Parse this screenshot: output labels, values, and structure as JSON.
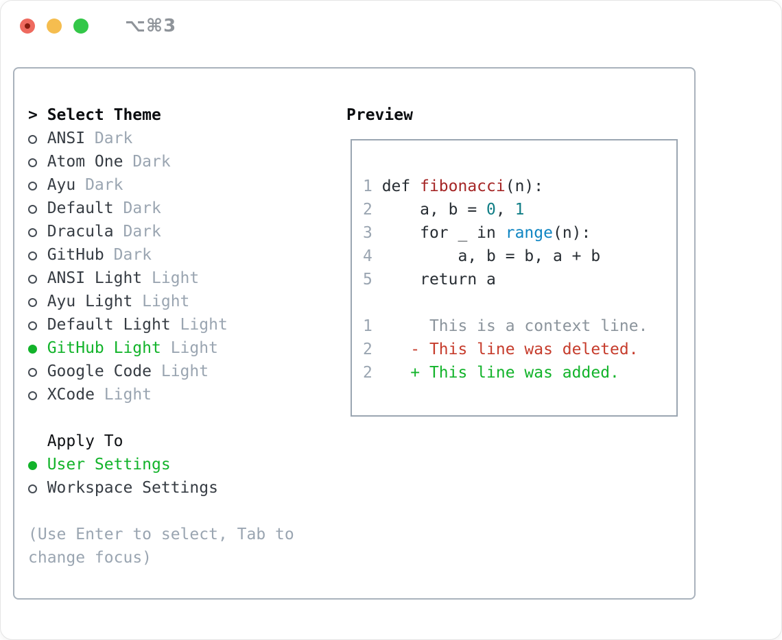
{
  "window": {
    "title": "⌥⌘3"
  },
  "titlebar": {
    "buttons": [
      "close",
      "minimize",
      "zoom"
    ]
  },
  "left": {
    "header": {
      "marker": ">",
      "label": "Select Theme"
    },
    "themes": [
      {
        "name": "ANSI",
        "variant": "Dark",
        "selected": false
      },
      {
        "name": "Atom One",
        "variant": "Dark",
        "selected": false
      },
      {
        "name": "Ayu",
        "variant": "Dark",
        "selected": false
      },
      {
        "name": "Default",
        "variant": "Dark",
        "selected": false
      },
      {
        "name": "Dracula",
        "variant": "Dark",
        "selected": false
      },
      {
        "name": "GitHub",
        "variant": "Dark",
        "selected": false
      },
      {
        "name": "ANSI Light",
        "variant": "Light",
        "selected": false
      },
      {
        "name": "Ayu Light",
        "variant": "Light",
        "selected": false
      },
      {
        "name": "Default Light",
        "variant": "Light",
        "selected": false
      },
      {
        "name": "GitHub Light",
        "variant": "Light",
        "selected": true
      },
      {
        "name": "Google Code",
        "variant": "Light",
        "selected": false
      },
      {
        "name": "XCode",
        "variant": "Light",
        "selected": false
      }
    ],
    "apply_to": {
      "label": "Apply To",
      "options": [
        {
          "name": "User Settings",
          "selected": true
        },
        {
          "name": "Workspace Settings",
          "selected": false
        }
      ]
    },
    "hint_lines": [
      "(Use Enter to select, Tab to",
      "change focus)"
    ]
  },
  "preview": {
    "label": "Preview",
    "lines": [
      {
        "tokens": [
          {
            "t": "1 ",
            "c": "ln"
          },
          {
            "t": "def ",
            "c": "code"
          },
          {
            "t": "fibonacci",
            "c": "fn"
          },
          {
            "t": "(n):",
            "c": "code"
          }
        ]
      },
      {
        "tokens": [
          {
            "t": "2 ",
            "c": "ln"
          },
          {
            "t": "    a, b = ",
            "c": "code"
          },
          {
            "t": "0",
            "c": "num"
          },
          {
            "t": ", ",
            "c": "code"
          },
          {
            "t": "1",
            "c": "num"
          }
        ]
      },
      {
        "tokens": [
          {
            "t": "3 ",
            "c": "ln"
          },
          {
            "t": "    for _ in ",
            "c": "code"
          },
          {
            "t": "range",
            "c": "bi"
          },
          {
            "t": "(n):",
            "c": "code"
          }
        ]
      },
      {
        "tokens": [
          {
            "t": "4 ",
            "c": "ln"
          },
          {
            "t": "        a, b = b, a + b",
            "c": "code"
          }
        ]
      },
      {
        "tokens": [
          {
            "t": "5 ",
            "c": "ln"
          },
          {
            "t": "    return a",
            "c": "code"
          }
        ]
      },
      {
        "tokens": [
          {
            "t": "",
            "c": "code"
          }
        ]
      },
      {
        "tokens": [
          {
            "t": "1 ",
            "c": "ln"
          },
          {
            "t": "     This is a context line.",
            "c": "ctx"
          }
        ]
      },
      {
        "tokens": [
          {
            "t": "2 ",
            "c": "ln"
          },
          {
            "t": "   - This line was deleted.",
            "c": "del"
          }
        ]
      },
      {
        "tokens": [
          {
            "t": "2 ",
            "c": "ln"
          },
          {
            "t": "   + This line was added.",
            "c": "add"
          }
        ]
      }
    ]
  },
  "colors": {
    "selected_green": "#12b32a",
    "deleted_red": "#c63c2c",
    "function_red": "#a52626",
    "number_teal": "#0f7d85",
    "builtin_blue": "#0f85c2",
    "muted_gray": "#9aa5b1",
    "context_gray": "#8b949c",
    "text_dark": "#363c43",
    "panel_border": "#a9b2bc",
    "preview_border": "#9aa5b1",
    "traffic_red": "#ee6a5f",
    "traffic_yellow": "#f5bd4f",
    "traffic_green": "#33c748",
    "title_gray": "#8f949a"
  }
}
